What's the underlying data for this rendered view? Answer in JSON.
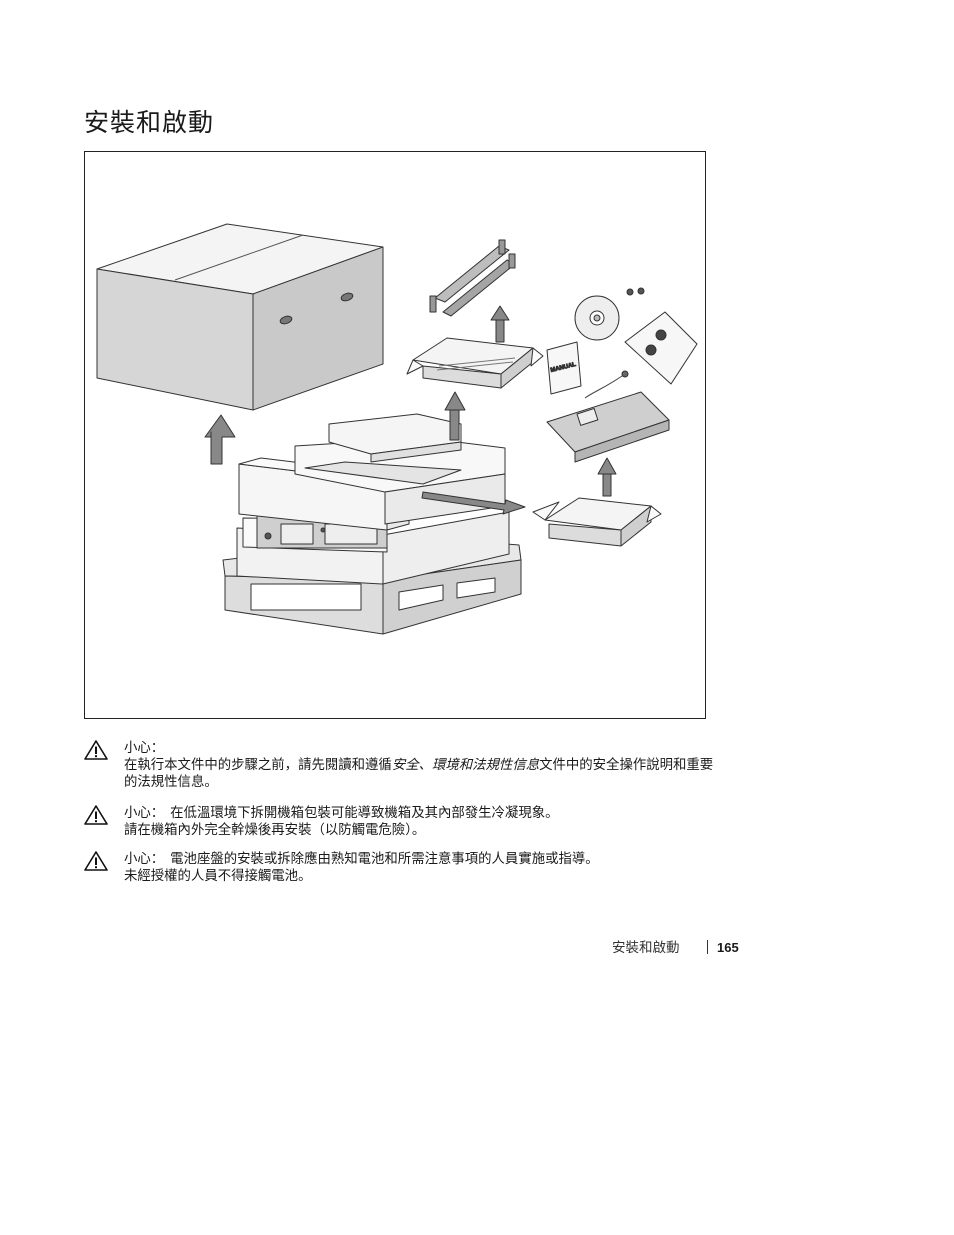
{
  "page": {
    "title": "安裝和啟動",
    "figure_label_manual": "MANUAL",
    "cautions": [
      {
        "lead": "小心：",
        "line1_before": "在執行本文件中的步驟之前，請先閱讀和遵循",
        "line1_italic": "安全、環境和法規性信息",
        "line1_after": "文件中的安全操作說明和重要",
        "line2": "的法規性信息。"
      },
      {
        "lead": "小心：",
        "line1": "在低溫環境下拆開機箱包裝可能導致機箱及其內部發生冷凝現象。",
        "line2": "請在機箱內外完全幹燥後再安裝（以防觸電危險）。"
      },
      {
        "lead": "小心：",
        "line1": "電池座盤的安裝或拆除應由熟知電池和所需注意事項的人員實施或指導。",
        "line2": "未經授權的人員不得接觸電池。"
      }
    ],
    "footer": {
      "title": "安裝和啟動",
      "page_number": "165"
    }
  }
}
